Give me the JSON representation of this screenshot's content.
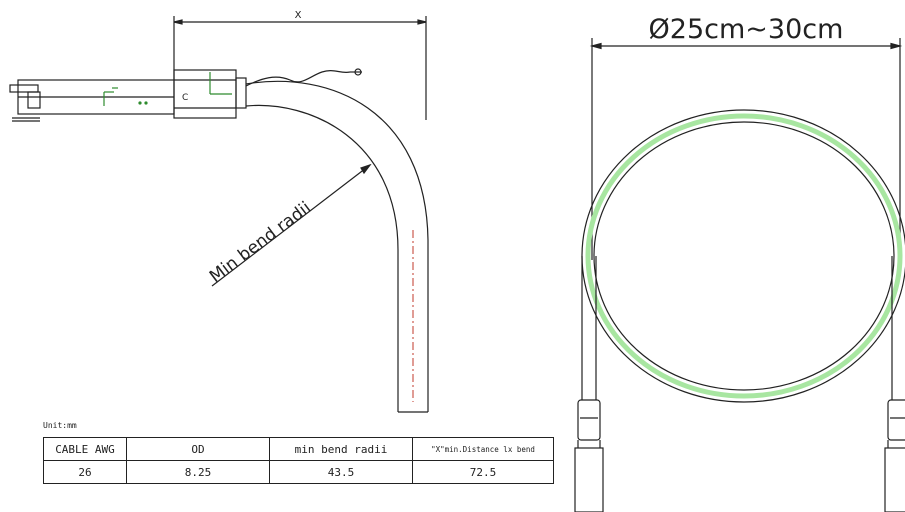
{
  "left_drawing": {
    "dimension_label": "X",
    "bend_label": "Min bend radii"
  },
  "right_drawing": {
    "diameter_label": "Ø25cm~30cm"
  },
  "unit_label": "Unit:mm",
  "table": {
    "headers": [
      "CABLE AWG",
      "OD",
      "min bend radii",
      "\"X\"min.Distance lx bend"
    ],
    "rows": [
      [
        "26",
        "8.25",
        "43.5",
        "72.5"
      ]
    ]
  },
  "colors": {
    "line": "#222222",
    "ring_accent": "#a8e6a1",
    "connector_accent": "#2e8b2e",
    "center_line": "#c0392b"
  }
}
